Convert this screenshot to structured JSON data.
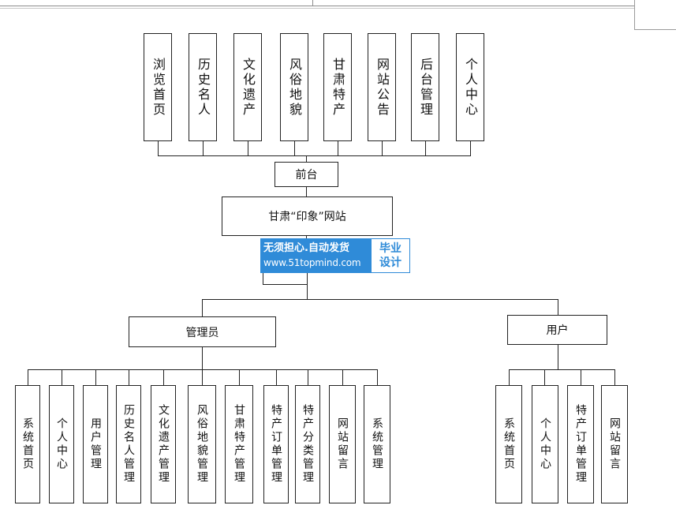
{
  "frontend": {
    "label": "前台",
    "modules": [
      "浏览首页",
      "历史名人",
      "文化遗产",
      "风俗地貌",
      "甘肃特产",
      "网站公告",
      "后台管理",
      "个人中心"
    ]
  },
  "root": {
    "label": "甘肃“印象”网站"
  },
  "watermark": {
    "line1": "无须担心.自动发货",
    "line2": "www.51topmind.com",
    "badge_line1": "毕业",
    "badge_line2": "设计"
  },
  "admin": {
    "label": "管理员",
    "modules": [
      "系统首页",
      "个人中心",
      "用户管理",
      "历史名人管理",
      "文化遗产管理",
      "风俗地貌管理",
      "甘肃特产管理",
      "特产订单管理",
      "特产分类管理",
      "网站留言",
      "系统管理"
    ]
  },
  "user": {
    "label": "用户",
    "modules": [
      "系统首页",
      "个人中心",
      "特产订单管理",
      "网站留言"
    ]
  }
}
